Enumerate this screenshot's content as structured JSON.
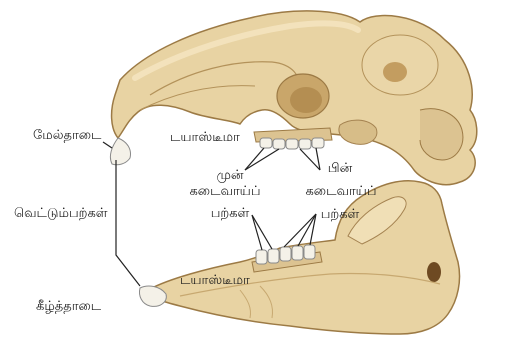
{
  "labels": {
    "upper_jaw": "மேல்தாடை",
    "incisors": "வெட்டும்பற்கள்",
    "lower_jaw": "கீழ்த்தாடை",
    "diastema_top": "டயாஸ்டீமா",
    "diastema_bottom": "டயாஸ்டீமா",
    "premolar_l1": "முன்",
    "premolar_l2": "கடைவாய்ப்",
    "premolar_l3": "பற்கள்",
    "molar_l1": "பின்",
    "molar_l2": "கடைவாய்ப்",
    "molar_l3": "பற்கள்"
  },
  "colors": {
    "bone": "#e8d3a3",
    "bone_shadow": "#c7a870",
    "outline": "#9c7a45",
    "tooth": "#f4f1e8",
    "line": "#222222"
  }
}
